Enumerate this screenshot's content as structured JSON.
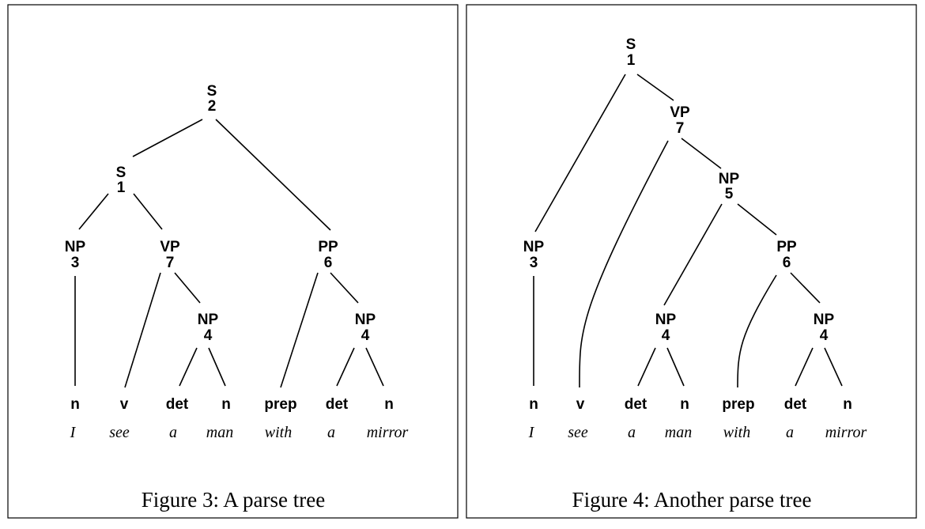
{
  "figures": [
    {
      "caption": "Figure 3: A parse tree",
      "nodes": {
        "s2": {
          "cat": "S",
          "id": "2"
        },
        "s1": {
          "cat": "S",
          "id": "1"
        },
        "np3": {
          "cat": "NP",
          "id": "3"
        },
        "vp7": {
          "cat": "VP",
          "id": "7"
        },
        "pp6": {
          "cat": "PP",
          "id": "6"
        },
        "np4a": {
          "cat": "NP",
          "id": "4"
        },
        "np4b": {
          "cat": "NP",
          "id": "4"
        }
      },
      "pos": [
        "n",
        "v",
        "det",
        "n",
        "prep",
        "det",
        "n"
      ],
      "words": [
        "I",
        "see",
        "a",
        "man",
        "with",
        "a",
        "mirror"
      ]
    },
    {
      "caption": "Figure 4: Another parse tree",
      "nodes": {
        "s1": {
          "cat": "S",
          "id": "1"
        },
        "vp7": {
          "cat": "VP",
          "id": "7"
        },
        "np5": {
          "cat": "NP",
          "id": "5"
        },
        "np3": {
          "cat": "NP",
          "id": "3"
        },
        "pp6": {
          "cat": "PP",
          "id": "6"
        },
        "np4a": {
          "cat": "NP",
          "id": "4"
        },
        "np4b": {
          "cat": "NP",
          "id": "4"
        }
      },
      "pos": [
        "n",
        "v",
        "det",
        "n",
        "prep",
        "det",
        "n"
      ],
      "words": [
        "I",
        "see",
        "a",
        "man",
        "with",
        "a",
        "mirror"
      ]
    }
  ]
}
